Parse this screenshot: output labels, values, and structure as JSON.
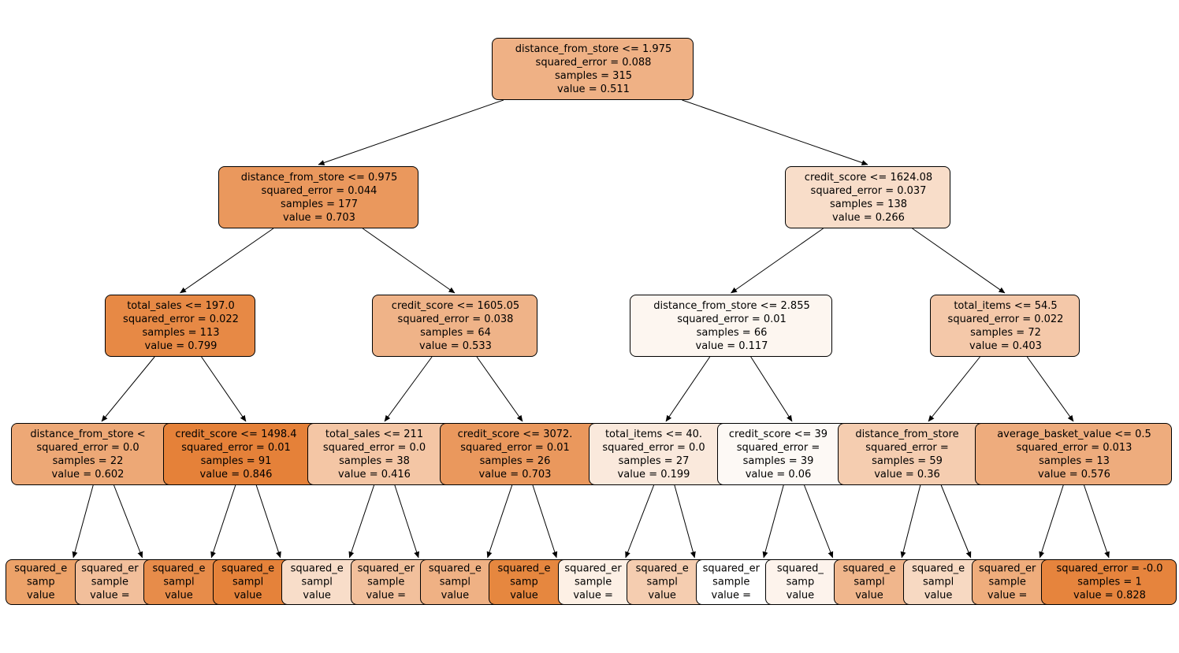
{
  "figure": {
    "background": "#ffffff",
    "box_edge_color": "#000000",
    "arrow_color": "#000000",
    "palette_max": "#e58139"
  },
  "nodes": [
    {
      "id": "root",
      "color": "#efb185",
      "lines": [
        "distance_from_store <= 1.975",
        "squared_error = 0.088",
        "samples = 315",
        "value = 0.511"
      ]
    },
    {
      "id": "L",
      "color": "#ea985d",
      "lines": [
        "distance_from_store <= 0.975",
        "squared_error = 0.044",
        "samples = 177",
        "value = 0.703"
      ]
    },
    {
      "id": "R",
      "color": "#f8ddc9",
      "lines": [
        "credit_score <= 1624.08",
        "squared_error = 0.037",
        "samples = 138",
        "value = 0.266"
      ]
    },
    {
      "id": "LL",
      "color": "#e78945",
      "lines": [
        "total_sales <= 197.0",
        "squared_error = 0.022",
        "samples = 113",
        "value = 0.799"
      ]
    },
    {
      "id": "LR",
      "color": "#efb388",
      "lines": [
        "credit_score <= 1605.05",
        "squared_error = 0.038",
        "samples = 64",
        "value = 0.533"
      ]
    },
    {
      "id": "RL",
      "color": "#fdf6f0",
      "lines": [
        "distance_from_store <= 2.855",
        "squared_error = 0.01",
        "samples = 66",
        "value = 0.117"
      ]
    },
    {
      "id": "RR",
      "color": "#f4c8a9",
      "lines": [
        "total_items <= 54.5",
        "squared_error = 0.022",
        "samples = 72",
        "value = 0.403"
      ]
    },
    {
      "id": "d0",
      "color": "#eda876",
      "lines": [
        "distance_from_store <",
        "squared_error = 0.0",
        "samples = 22",
        "value = 0.602"
      ]
    },
    {
      "id": "d1",
      "color": "#e58139",
      "lines": [
        "credit_score <= 1498.4",
        "squared_error = 0.01",
        "samples = 91",
        "value = 0.846"
      ]
    },
    {
      "id": "d2",
      "color": "#f4c6a5",
      "lines": [
        "total_sales <= 211",
        "squared_error = 0.0",
        "samples = 38",
        "value = 0.416"
      ]
    },
    {
      "id": "d3",
      "color": "#ea985d",
      "lines": [
        "credit_score <= 3072.",
        "squared_error = 0.01",
        "samples = 26",
        "value = 0.703"
      ]
    },
    {
      "id": "d4",
      "color": "#fae9dc",
      "lines": [
        "total_items <= 40.",
        "squared_error = 0.0",
        "samples = 27",
        "value = 0.199"
      ]
    },
    {
      "id": "d5",
      "color": "#fdf9f5",
      "lines": [
        "credit_score <= 39",
        "squared_error =",
        "samples = 39",
        "value = 0.06"
      ]
    },
    {
      "id": "d6",
      "color": "#f5cdb0",
      "lines": [
        "distance_from_store",
        "squared_error =",
        "samples = 59",
        "value = 0.36"
      ]
    },
    {
      "id": "d7",
      "color": "#eeac7d",
      "lines": [
        "average_basket_value <= 0.5",
        "squared_error = 0.013",
        "samples = 13",
        "value = 0.576"
      ]
    },
    {
      "id": "e0",
      "color": "#eca269",
      "lines": [
        "squared_e",
        "samp",
        "value"
      ]
    },
    {
      "id": "e1",
      "color": "#f2bf9b",
      "lines": [
        "squared_er",
        "sample",
        "value ="
      ]
    },
    {
      "id": "e2",
      "color": "#e78c4a",
      "lines": [
        "squared_e",
        "sampl",
        "value"
      ]
    },
    {
      "id": "e3",
      "color": "#e5823a",
      "lines": [
        "squared_e",
        "sampl",
        "value"
      ]
    },
    {
      "id": "e4",
      "color": "#f8ddc9",
      "lines": [
        "squared_e",
        "sampl",
        "value"
      ]
    },
    {
      "id": "e5",
      "color": "#f2c09c",
      "lines": [
        "squared_er",
        "sample",
        "value ="
      ]
    },
    {
      "id": "e6",
      "color": "#efb184",
      "lines": [
        "squared_e",
        "sampl",
        "value"
      ]
    },
    {
      "id": "e7",
      "color": "#e6873f",
      "lines": [
        "squared_e",
        "samp",
        "value"
      ]
    },
    {
      "id": "e8",
      "color": "#fdf0e5",
      "lines": [
        "squared_er",
        "sample",
        "value ="
      ]
    },
    {
      "id": "e9",
      "color": "#f5cdb0",
      "lines": [
        "squared_e",
        "sampl",
        "value"
      ]
    },
    {
      "id": "e10",
      "color": "#ffffff",
      "lines": [
        "squared_er",
        "sample",
        "value ="
      ]
    },
    {
      "id": "e11",
      "color": "#fdf3ec",
      "lines": [
        "squared_",
        "samp",
        "value"
      ]
    },
    {
      "id": "e12",
      "color": "#f0b68c",
      "lines": [
        "squared_e",
        "sampl",
        "value"
      ]
    },
    {
      "id": "e13",
      "color": "#f7d9c2",
      "lines": [
        "squared_e",
        "sampl",
        "value"
      ]
    },
    {
      "id": "e14",
      "color": "#efad7c",
      "lines": [
        "squared_er",
        "sample",
        "value ="
      ]
    },
    {
      "id": "e15",
      "color": "#e6843d",
      "lines": [
        "squared_error = -0.0",
        "samples = 1",
        "value = 0.828"
      ]
    }
  ]
}
